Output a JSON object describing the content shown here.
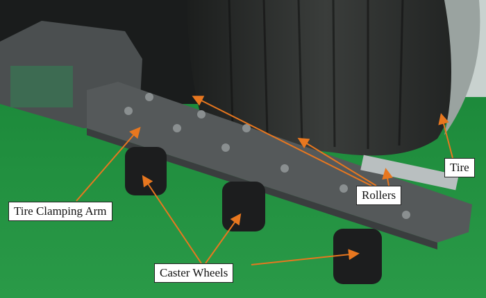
{
  "labels": {
    "tire": "Tire",
    "rollers": "Rollers",
    "tire_clamping_arm": "Tire Clamping Arm",
    "caster_wheels": "Caster Wheels"
  },
  "colors": {
    "floor": "#1f8a3c",
    "arrow": "#e8771f",
    "tire": "#2b2d2c",
    "arm": "#55595a"
  }
}
